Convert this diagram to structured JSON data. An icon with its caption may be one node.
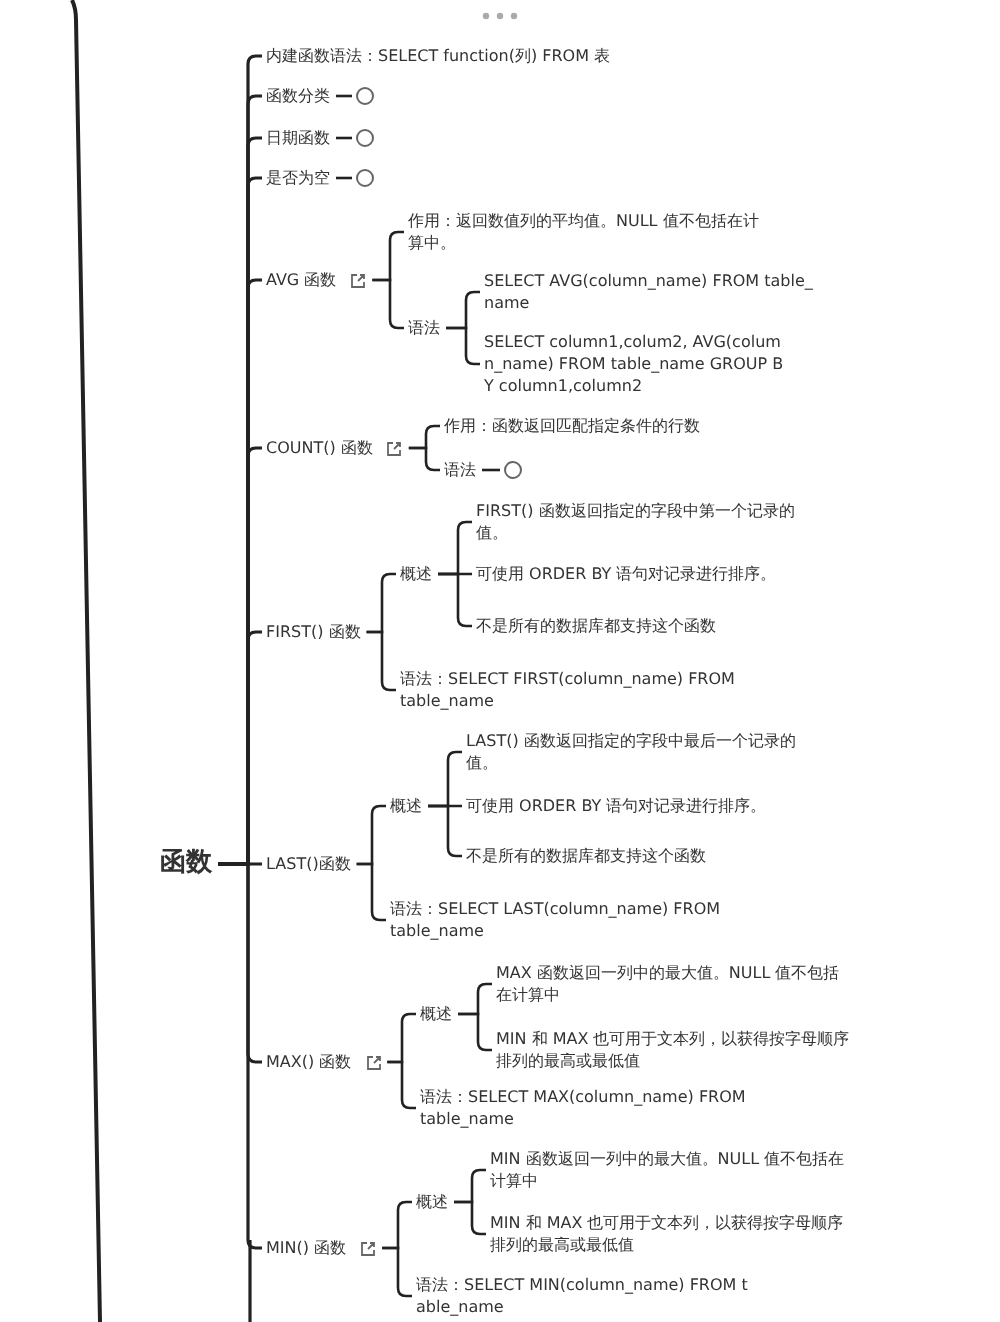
{
  "diagram": {
    "nodes": [
      {
        "text": [
          "函数"
        ]
      },
      {
        "text": [
          "内建函数语法：SELECT function(列) FROM 表"
        ]
      },
      {
        "text": [
          "函数分类"
        ]
      },
      {
        "text": [],
        "shape": "circle"
      },
      {
        "text": [
          "日期函数"
        ]
      },
      {
        "text": [],
        "shape": "circle"
      },
      {
        "text": [
          "是否为空"
        ]
      },
      {
        "text": [],
        "shape": "circle"
      },
      {
        "text": [
          "AVG 函数"
        ]
      },
      {
        "text": [
          "作用：返回数值列的平均值。NULL 值不包括在计算中。"
        ]
      },
      {
        "text": [
          "语法"
        ]
      },
      {
        "text": [
          "SELECT AVG(column_name) FROM table_name"
        ]
      },
      {
        "text": [
          "SELECT column1,colum2, AVG(column_name) FROM table_name GROUP BY column1,column2"
        ]
      },
      {
        "text": [
          "COUNT() 函数"
        ]
      },
      {
        "text": [
          "作用：函数返回匹配指定条件的行数"
        ]
      },
      {
        "text": [
          "语法"
        ]
      },
      {
        "text": [],
        "shape": "circle"
      },
      {
        "text": [
          "FIRST() 函数"
        ]
      },
      {
        "text": [
          "概述"
        ]
      },
      {
        "text": [
          "FIRST() 函数返回指定的字段中第一个记录的值。"
        ]
      },
      {
        "text": [
          "可使用 ORDER BY 语句对记录进行排序。"
        ]
      },
      {
        "text": [
          "不是所有的数据库都支持这个函数"
        ]
      },
      {
        "text": [
          "语法：SELECT FIRST(column_name) FROM table_name"
        ]
      },
      {
        "text": [
          "LAST()函数"
        ]
      },
      {
        "text": [
          "概述"
        ]
      },
      {
        "text": [
          "LAST() 函数返回指定的字段中最后一个记录的值。"
        ]
      },
      {
        "text": [
          "可使用 ORDER BY 语句对记录进行排序。"
        ]
      },
      {
        "text": [
          "不是所有的数据库都支持这个函数"
        ]
      },
      {
        "text": [
          "语法：SELECT LAST(column_name) FROM table_name"
        ]
      },
      {
        "text": [
          "MAX() 函数"
        ]
      },
      {
        "text": [
          "概述"
        ]
      },
      {
        "text": [
          "MAX 函数返回一列中的最大值。NULL 值不包括在计算中"
        ]
      },
      {
        "text": [
          "MIN 和 MAX 也可用于文本列，以获得按字母顺序排列的最高或最低值"
        ]
      },
      {
        "text": [
          "语法：SELECT MAX(column_name) FROM table_name"
        ]
      },
      {
        "text": [
          "MIN() 函数"
        ]
      },
      {
        "text": [
          "概述"
        ]
      },
      {
        "text": [
          "MIN 函数返回一列中的最大值。NULL 值不包括在计算中"
        ]
      },
      {
        "text": [
          "MIN 和 MAX 也可用于文本列，以获得按字母顺序排列的最高或最低值"
        ]
      },
      {
        "text": [
          "语法：SELECT MIN(column_name) FROM table_name"
        ]
      }
    ],
    "edges": [
      {
        "from": 0,
        "to": 1,
        "arrow": "none"
      },
      {
        "from": 0,
        "to": 2,
        "arrow": "none"
      },
      {
        "from": 0,
        "to": 4,
        "arrow": "none"
      },
      {
        "from": 0,
        "to": 6,
        "arrow": "none"
      },
      {
        "from": 0,
        "to": 8,
        "arrow": "none"
      },
      {
        "from": 0,
        "to": 13,
        "arrow": "none"
      },
      {
        "from": 0,
        "to": 17,
        "arrow": "none"
      },
      {
        "from": 0,
        "to": 23,
        "arrow": "none"
      },
      {
        "from": 0,
        "to": 29,
        "arrow": "none"
      },
      {
        "from": 0,
        "to": 34,
        "arrow": "none"
      },
      {
        "from": 2,
        "to": 3,
        "arrow": "none"
      },
      {
        "from": 4,
        "to": 5,
        "arrow": "none"
      },
      {
        "from": 6,
        "to": 7,
        "arrow": "none"
      },
      {
        "from": 8,
        "to": 9,
        "arrow": "none"
      },
      {
        "from": 8,
        "to": 10,
        "arrow": "none"
      },
      {
        "from": 10,
        "to": 11,
        "arrow": "none"
      },
      {
        "from": 10,
        "to": 12,
        "arrow": "none"
      },
      {
        "from": 13,
        "to": 14,
        "arrow": "none"
      },
      {
        "from": 13,
        "to": 15,
        "arrow": "none"
      },
      {
        "from": 15,
        "to": 16,
        "arrow": "none"
      },
      {
        "from": 17,
        "to": 18,
        "arrow": "none"
      },
      {
        "from": 17,
        "to": 22,
        "arrow": "none"
      },
      {
        "from": 18,
        "to": 19,
        "arrow": "none"
      },
      {
        "from": 18,
        "to": 20,
        "arrow": "none"
      },
      {
        "from": 18,
        "to": 21,
        "arrow": "none"
      },
      {
        "from": 23,
        "to": 24,
        "arrow": "none"
      },
      {
        "from": 23,
        "to": 28,
        "arrow": "none"
      },
      {
        "from": 24,
        "to": 25,
        "arrow": "none"
      },
      {
        "from": 24,
        "to": 26,
        "arrow": "none"
      },
      {
        "from": 24,
        "to": 27,
        "arrow": "none"
      },
      {
        "from": 29,
        "to": 30,
        "arrow": "none"
      },
      {
        "from": 29,
        "to": 33,
        "arrow": "none"
      },
      {
        "from": 30,
        "to": 31,
        "arrow": "none"
      },
      {
        "from": 30,
        "to": 32,
        "arrow": "none"
      },
      {
        "from": 34,
        "to": 35,
        "arrow": "none"
      },
      {
        "from": 34,
        "to": 38,
        "arrow": "none"
      },
      {
        "from": 35,
        "to": 36,
        "arrow": "none"
      },
      {
        "from": 35,
        "to": 37,
        "arrow": "none"
      }
    ]
  }
}
